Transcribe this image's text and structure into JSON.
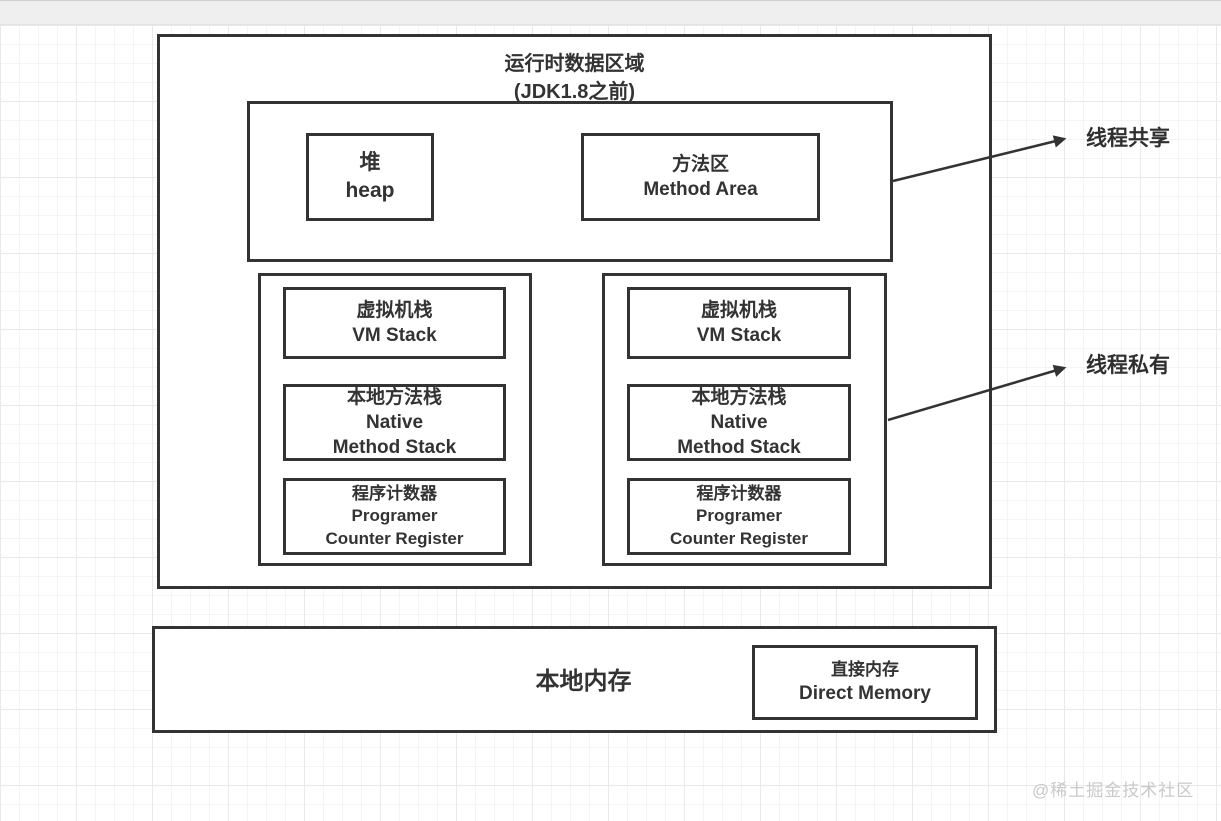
{
  "diagram": {
    "title": "运行时数据区域",
    "subtitle": "(JDK1.8之前)",
    "shared_region": {
      "heap": {
        "cn": "堆",
        "en": "heap"
      },
      "method_area": {
        "cn": "方法区",
        "en": "Method Area"
      }
    },
    "stack_boxes": [
      {
        "cn": "虚拟机栈",
        "en": "VM Stack"
      },
      {
        "cn": "本地方法栈",
        "en": "Native\nMethod Stack"
      },
      {
        "cn": "程序计数器",
        "en": "Programer\nCounter Register"
      }
    ],
    "annotations": {
      "thread_shared": "线程共享",
      "thread_private": "线程私有"
    },
    "native_memory": {
      "label": "本地内存",
      "direct_memory": {
        "cn": "直接内存",
        "en": "Direct Memory"
      }
    },
    "watermark": "@稀土掘金技术社区",
    "colors": {
      "border": "#333333",
      "text": "#333333",
      "arrow": "#333333",
      "watermark": "#c9c9c9",
      "top_strip": "#efefef"
    }
  }
}
